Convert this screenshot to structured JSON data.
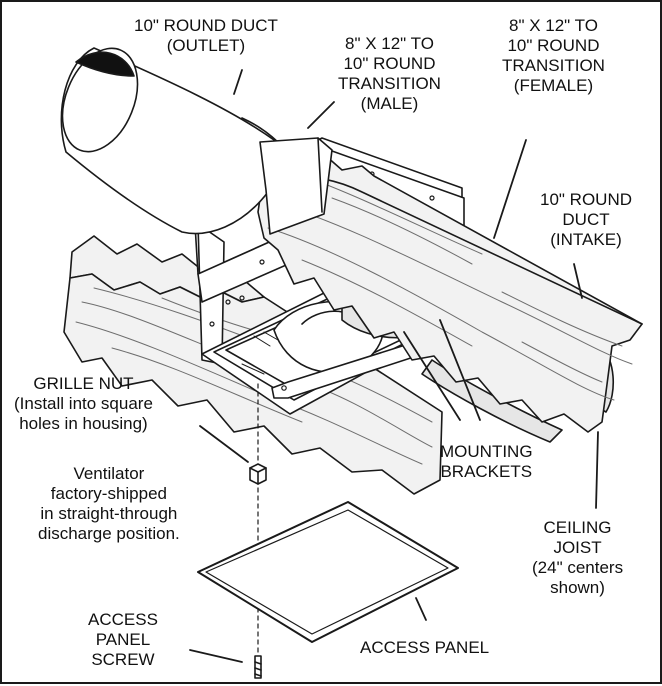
{
  "labels": {
    "outlet_duct": [
      "10\" ROUND DUCT",
      "(OUTLET)"
    ],
    "transition_male": [
      "8\" X 12\" TO",
      "10\" ROUND",
      "TRANSITION",
      "(MALE)"
    ],
    "transition_female": [
      "8\" X 12\" TO",
      "10\" ROUND",
      "TRANSITION",
      "(FEMALE)"
    ],
    "intake_duct": [
      "10\" ROUND",
      "DUCT",
      "(INTAKE)"
    ],
    "grille_nut": [
      "GRILLE NUT",
      "(Install into square",
      "holes in housing)"
    ],
    "ventilator_note": [
      "Ventilator",
      "factory-shipped",
      "in straight-through",
      "discharge position."
    ],
    "mounting_brackets": [
      "MOUNTING",
      "BRACKETS"
    ],
    "ceiling_joist": [
      "CEILING",
      "JOIST",
      "(24\" centers",
      "shown)"
    ],
    "access_panel_screw": [
      "ACCESS",
      "PANEL",
      "SCREW"
    ],
    "access_panel": [
      "ACCESS PANEL"
    ]
  },
  "colors": {
    "line": "#1a1a1a",
    "wood": "#f2f2f2",
    "wood_grain": "#6e6e6e",
    "metal": "#ffffff",
    "duct_shade": "#e6e6e6",
    "duct_opening": "#111111"
  }
}
